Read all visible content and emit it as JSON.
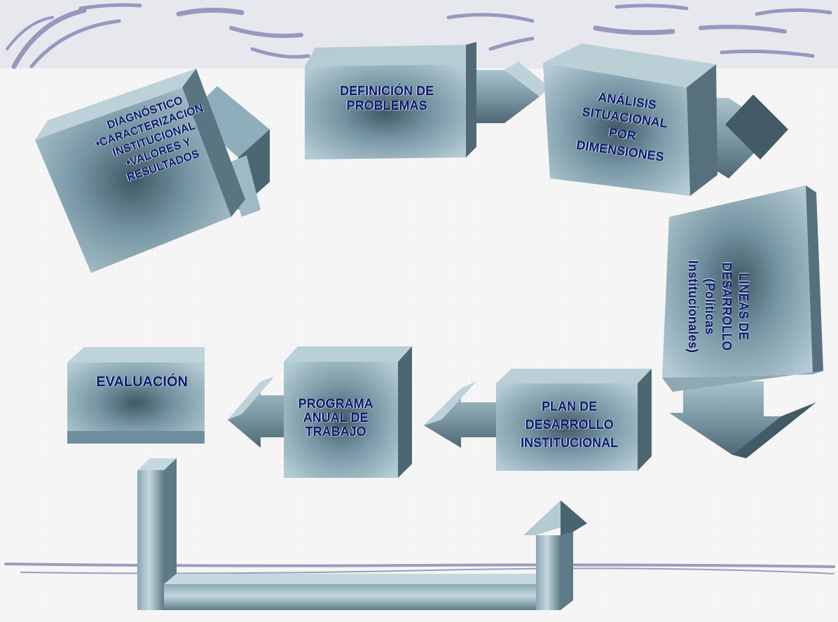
{
  "diagram": {
    "nodes": [
      {
        "id": "diagnostico",
        "label": "DIAGNÓSTICO\n•CARACTERIZACIÓN\nINSTITUCIONAL\n•VALORES Y\nRESULTADOS"
      },
      {
        "id": "definicion",
        "label": "DEFINICIÓN DE\nPROBLEMAS"
      },
      {
        "id": "analisis",
        "label": "ANÁLISIS\nSITUACIONAL\nPOR\nDIMENSIONES"
      },
      {
        "id": "lineas",
        "label": "LÍNEAS DE\nDESARROLLO\n(Políticas\nInstitucionales)"
      },
      {
        "id": "plan",
        "label": "PLAN DE\nDESARROLLO\nINSTITUCIONAL"
      },
      {
        "id": "programa",
        "label": "PROGRAMA\nANUAL DE\nTRABAJO"
      },
      {
        "id": "evaluacion",
        "label": "EVALUACIÓN"
      }
    ],
    "edges": [
      {
        "from": "diagnostico",
        "to": "definicion"
      },
      {
        "from": "definicion",
        "to": "analisis"
      },
      {
        "from": "analisis",
        "to": "lineas"
      },
      {
        "from": "lineas",
        "to": "plan"
      },
      {
        "from": "plan",
        "to": "programa"
      },
      {
        "from": "programa",
        "to": "evaluacion"
      },
      {
        "from": "evaluacion",
        "to": "plan"
      }
    ]
  },
  "colors": {
    "label_text": "#0c1a70",
    "box_light": "#a7c2cd",
    "box_mid": "#6f8e9b",
    "box_dark": "#3d5560",
    "stroke_decor": "#7c7fae"
  }
}
